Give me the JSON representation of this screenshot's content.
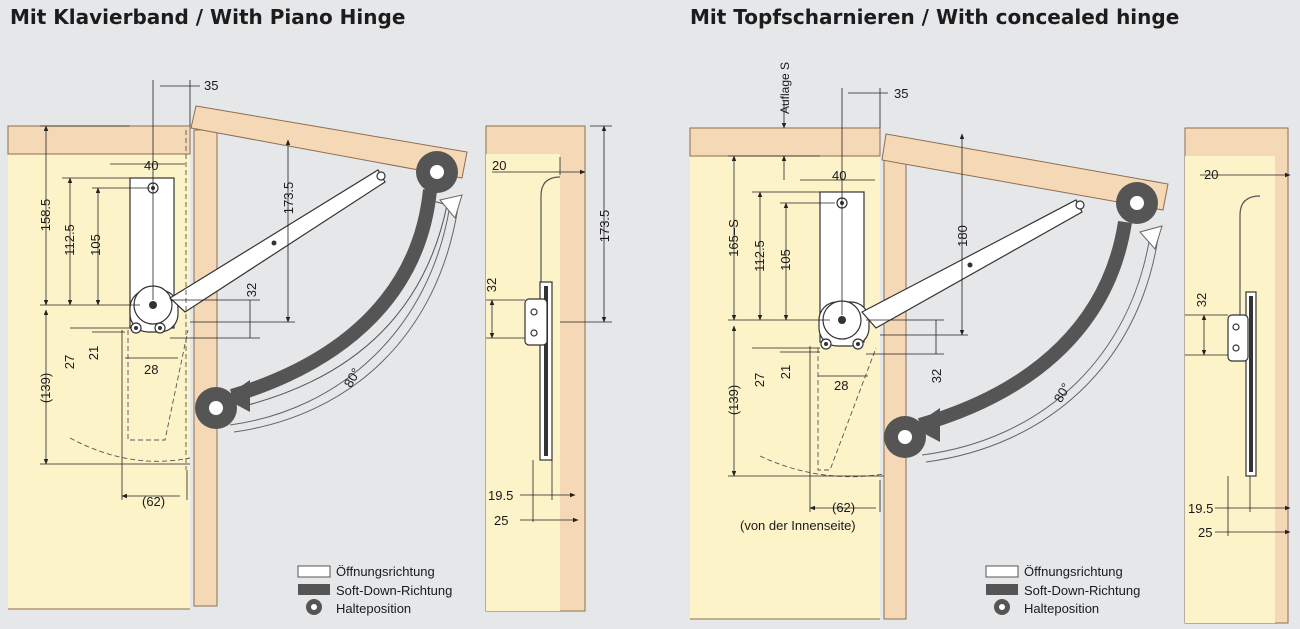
{
  "titles": {
    "left": "Mit Klavierband / With Piano Hinge",
    "right": "Mit Topfscharnieren / With concealed hinge"
  },
  "left_dims": {
    "d35": "35",
    "d40": "40",
    "d158_5": "158.5",
    "d112_5": "112.5",
    "d105": "105",
    "d173_5": "173.5",
    "d32": "32",
    "d21": "21",
    "d27": "27",
    "d28": "28",
    "d139": "(139)",
    "d62": "(62)",
    "angle": "80°"
  },
  "left_side": {
    "d20": "20",
    "d173_5": "173.5",
    "d32": "32",
    "d19_5": "19.5",
    "d25": "25"
  },
  "right_dims": {
    "auflage": "Auflage S",
    "d35": "35",
    "d40": "40",
    "d165": "165–S",
    "d112_5": "112.5",
    "d105": "105",
    "d180": "180",
    "d27": "27",
    "d21": "21",
    "d28": "28",
    "d32": "32",
    "d139": "(139)",
    "d62": "(62)",
    "innen": "(von der Innenseite)",
    "angle": "80°"
  },
  "right_side": {
    "d20": "20",
    "d32": "32",
    "d19_5": "19.5",
    "d25": "25"
  },
  "legend": {
    "opening": "Öffnungsrichtung",
    "softdown": "Soft-Down-Richtung",
    "hold": "Halteposition"
  },
  "colors": {
    "background": "#e6e7e9",
    "wood": "#f5d9b6",
    "cabinet_inside": "#fdf3c9",
    "arrow": "#555555"
  }
}
